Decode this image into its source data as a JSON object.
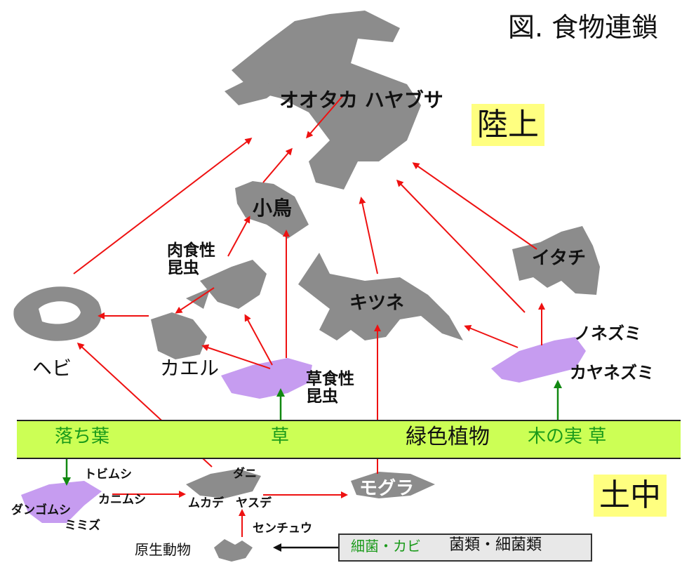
{
  "title": "図. 食物連鎖",
  "zones": {
    "land": "陸上",
    "soil": "土中"
  },
  "animals": {
    "raptor": "オオタカ ハヤブサ",
    "small_bird": "小鳥",
    "carnivorous_insect": "肉食性\n昆虫",
    "weasel": "イタチ",
    "fox": "キツネ",
    "snake": "ヘビ",
    "frog": "カエル",
    "field_mouse": "ノネズミ",
    "harvest_mouse": "カヤネズミ",
    "herbivorous_insect": "草食性\n昆虫",
    "mole": "モグラ",
    "pillbug": "ダンゴムシ",
    "jumping_springtail": "トビムシ",
    "earwig_beetle": "カニムシ",
    "earthworm": "ミミズ",
    "mite": "ダニ",
    "centipede": "ムカデ",
    "millipede": "ヤスデ",
    "nematode": "センチュウ",
    "protozoa": "原生動物"
  },
  "plant_band": {
    "main": "緑色植物",
    "fallen_leaves": "落ち葉",
    "grass": "草",
    "nuts_grass": "木の実 草"
  },
  "decomposers": {
    "bacteria_fungi": "細菌・カビ",
    "fungi_bacteria": "菌類・細菌類"
  },
  "colors": {
    "arrow_red": "#ee1111",
    "arrow_green": "#118811",
    "silhouette_gray": "#8c8c8c",
    "silhouette_purple": "#c69cf0",
    "band_green": "#ccff55",
    "tag_yellow": "#ffff80"
  }
}
